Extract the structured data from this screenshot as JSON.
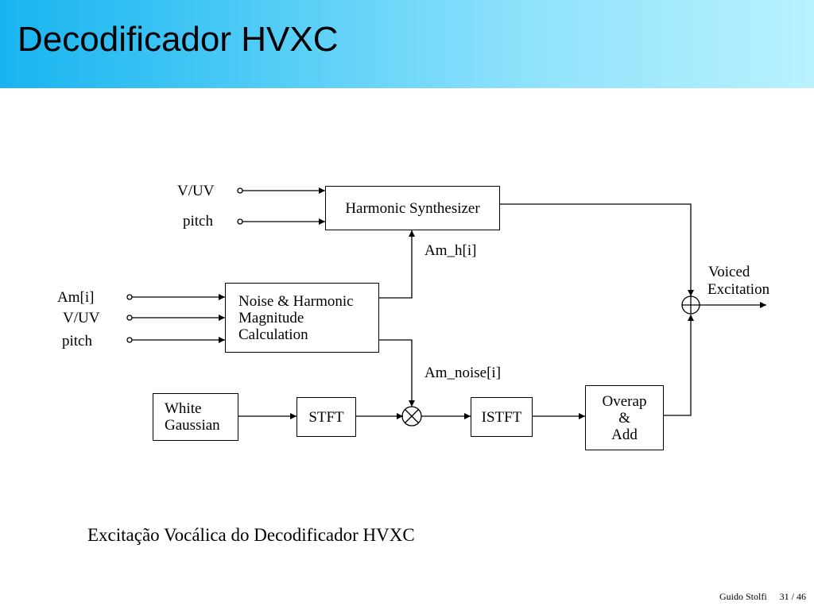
{
  "slide": {
    "title": "Decodificador HVXC",
    "caption": "Excitação Vocálica do Decodificador HVXC",
    "footer": {
      "author": "Guido Stolfi",
      "page": "31 / 46"
    }
  },
  "diagram": {
    "blocks": {
      "harmonic_synth": "Harmonic Synthesizer",
      "noise_harmonic": [
        "Noise & Harmonic",
        "Magnitude",
        "Calculation"
      ],
      "white_gaussian": [
        "White",
        "Gaussian"
      ],
      "stft": "STFT",
      "istft": "ISTFT",
      "overlap_add": [
        "Overap",
        "&",
        "Add"
      ]
    },
    "inputs": {
      "synth_vuv": "V/UV",
      "synth_pitch": "pitch",
      "nh_am": "Am[i]",
      "nh_vuv": "V/UV",
      "nh_pitch": "pitch"
    },
    "signals": {
      "am_h": "Am_h[i]",
      "am_noise": "Am_noise[i]",
      "output": [
        "Voiced",
        "Excitation"
      ]
    }
  }
}
